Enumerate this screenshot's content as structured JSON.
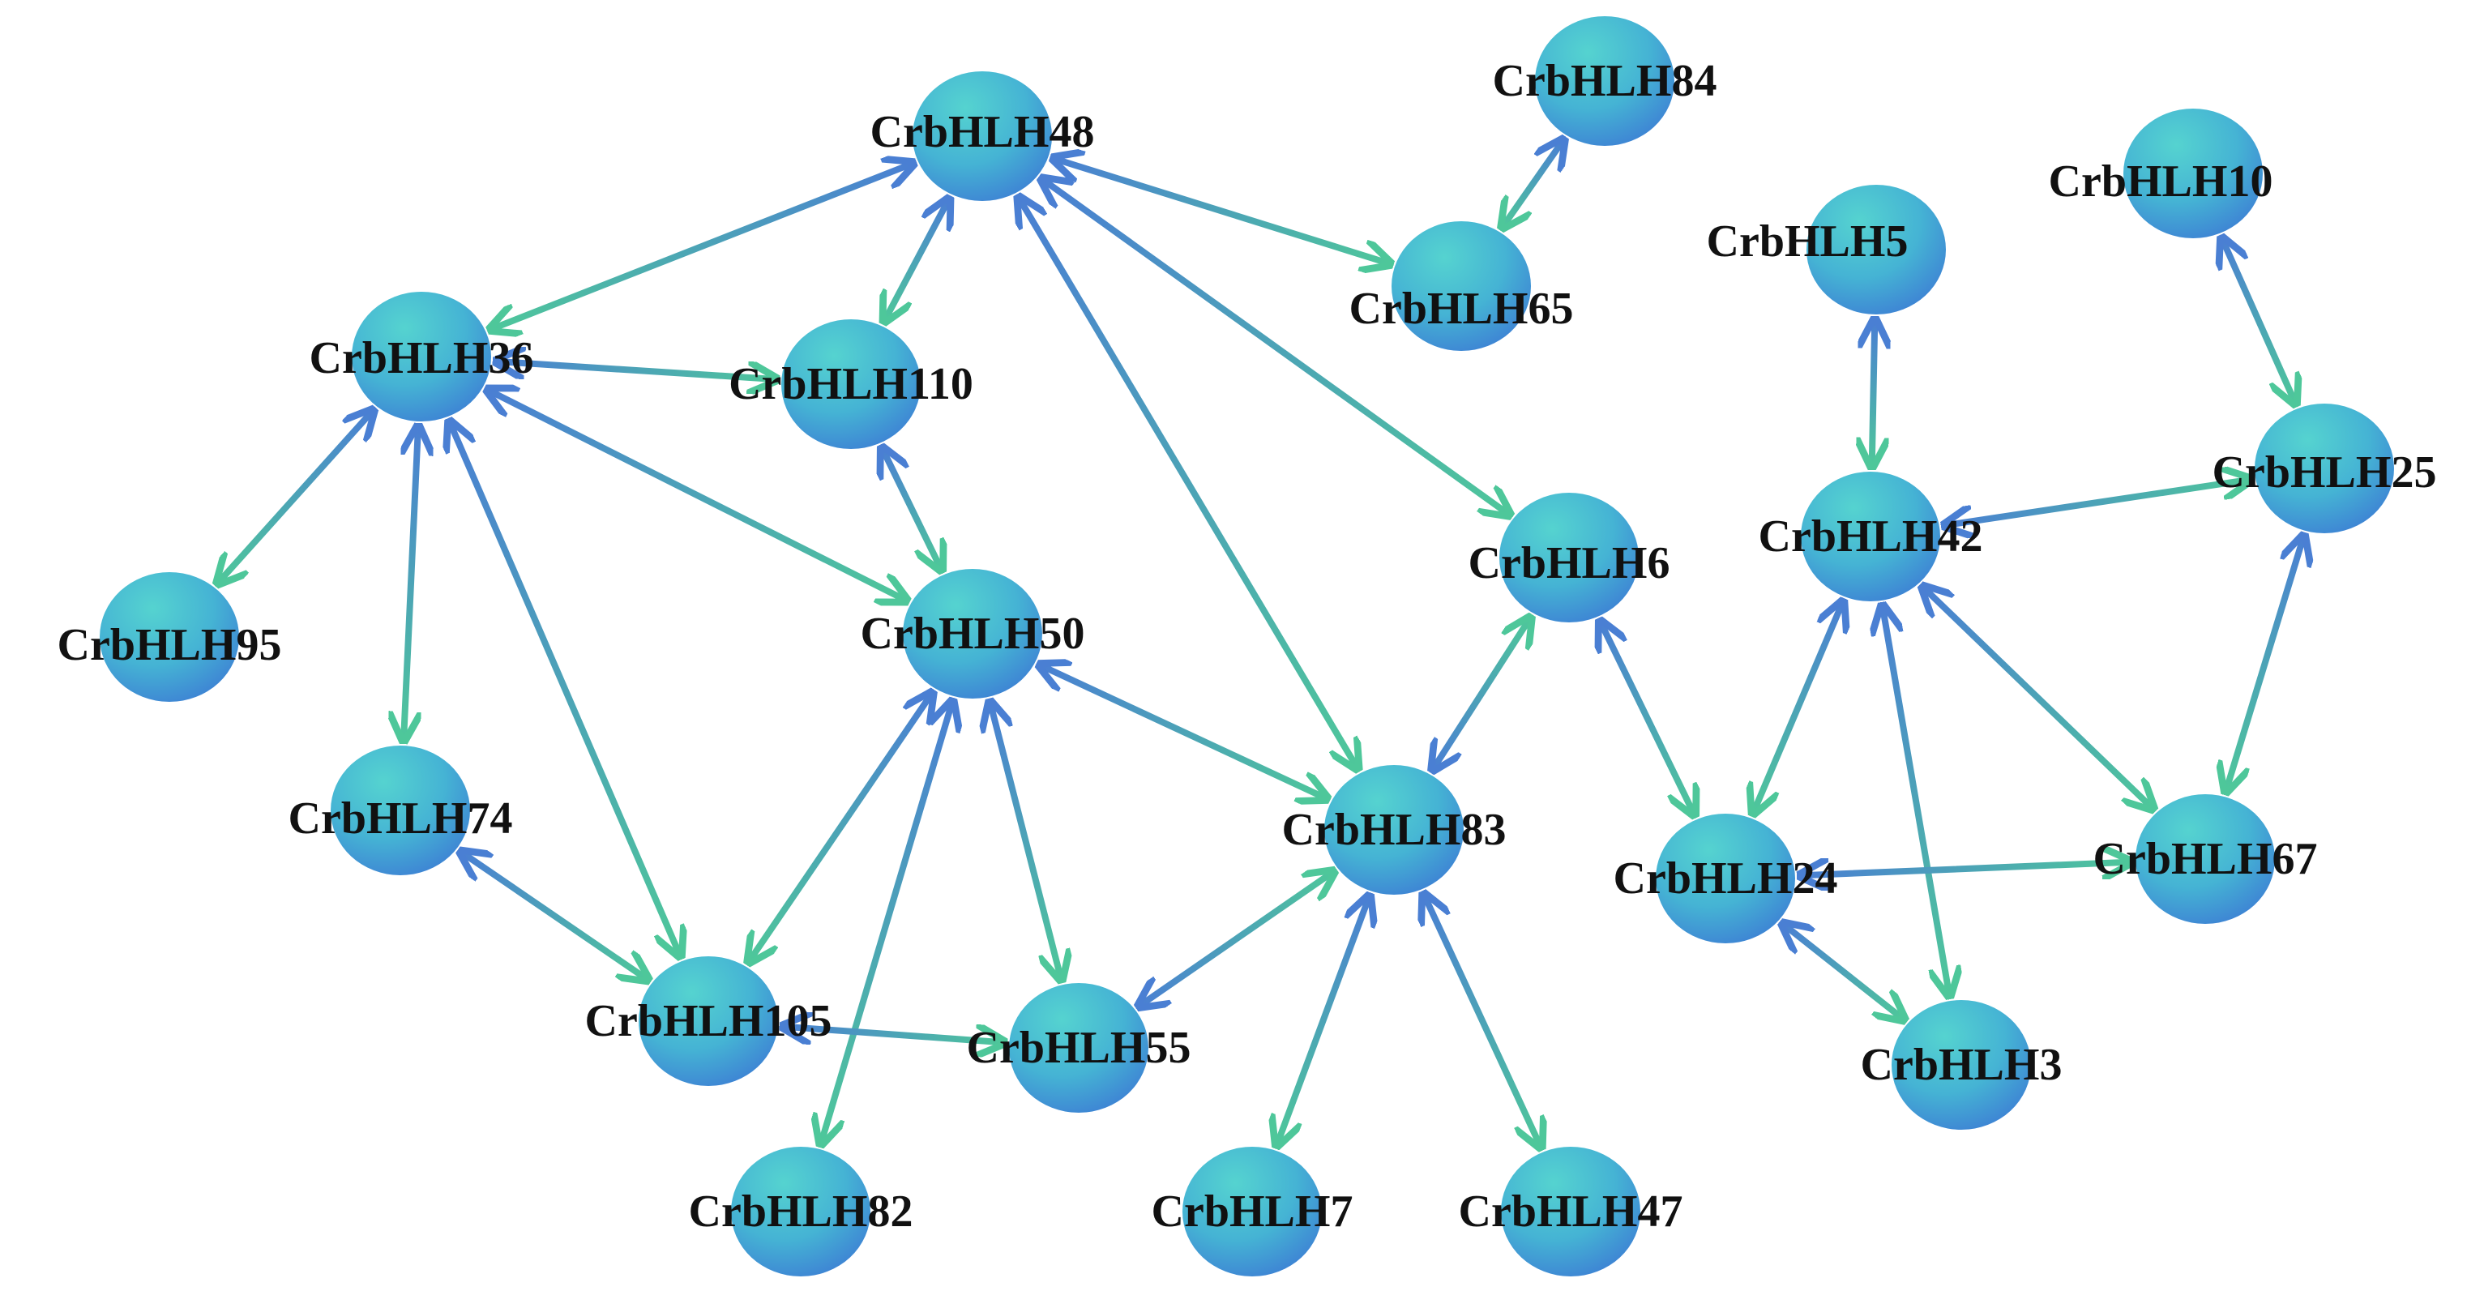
{
  "colors": {
    "node_light": "#4fd0cf",
    "node_dark": "#3f86d6",
    "edge_blue": "#4a7fd3",
    "edge_green": "#4ec79a",
    "label": "#111111"
  },
  "nodes": [
    {
      "id": "CrbHLH48",
      "label": "CrbHLH48"
    },
    {
      "id": "CrbHLH84",
      "label": "CrbHLH84"
    },
    {
      "id": "CrbHLH10",
      "label": "CrbHLH10"
    },
    {
      "id": "CrbHLH65",
      "label": "CrbHLH65"
    },
    {
      "id": "CrbHLH5",
      "label": "CrbHLH5"
    },
    {
      "id": "CrbHLH36",
      "label": "CrbHLH36"
    },
    {
      "id": "CrbHLH110",
      "label": "CrbHLH110"
    },
    {
      "id": "CrbHLH25",
      "label": "CrbHLH25"
    },
    {
      "id": "CrbHLH42",
      "label": "CrbHLH42"
    },
    {
      "id": "CrbHLH6",
      "label": "CrbHLH6"
    },
    {
      "id": "CrbHLH95",
      "label": "CrbHLH95"
    },
    {
      "id": "CrbHLH50",
      "label": "CrbHLH50"
    },
    {
      "id": "CrbHLH74",
      "label": "CrbHLH74"
    },
    {
      "id": "CrbHLH83",
      "label": "CrbHLH83"
    },
    {
      "id": "CrbHLH24",
      "label": "CrbHLH24"
    },
    {
      "id": "CrbHLH67",
      "label": "CrbHLH67"
    },
    {
      "id": "CrbHLH105",
      "label": "CrbHLH105"
    },
    {
      "id": "CrbHLH55",
      "label": "CrbHLH55"
    },
    {
      "id": "CrbHLH3",
      "label": "CrbHLH3"
    },
    {
      "id": "CrbHLH82",
      "label": "CrbHLH82"
    },
    {
      "id": "CrbHLH7",
      "label": "CrbHLH7"
    },
    {
      "id": "CrbHLH47",
      "label": "CrbHLH47"
    }
  ],
  "edges": [
    {
      "source": "CrbHLH48",
      "target": "CrbHLH36",
      "bidirectional": true
    },
    {
      "source": "CrbHLH48",
      "target": "CrbHLH110",
      "bidirectional": true
    },
    {
      "source": "CrbHLH48",
      "target": "CrbHLH65",
      "bidirectional": true
    },
    {
      "source": "CrbHLH48",
      "target": "CrbHLH83",
      "bidirectional": true
    },
    {
      "source": "CrbHLH48",
      "target": "CrbHLH6",
      "bidirectional": true
    },
    {
      "source": "CrbHLH84",
      "target": "CrbHLH65",
      "bidirectional": true
    },
    {
      "source": "CrbHLH36",
      "target": "CrbHLH110",
      "bidirectional": true
    },
    {
      "source": "CrbHLH36",
      "target": "CrbHLH95",
      "bidirectional": true
    },
    {
      "source": "CrbHLH36",
      "target": "CrbHLH74",
      "bidirectional": true
    },
    {
      "source": "CrbHLH36",
      "target": "CrbHLH105",
      "bidirectional": true
    },
    {
      "source": "CrbHLH36",
      "target": "CrbHLH50",
      "bidirectional": true
    },
    {
      "source": "CrbHLH110",
      "target": "CrbHLH50",
      "bidirectional": true
    },
    {
      "source": "CrbHLH50",
      "target": "CrbHLH105",
      "bidirectional": true
    },
    {
      "source": "CrbHLH50",
      "target": "CrbHLH82",
      "bidirectional": true
    },
    {
      "source": "CrbHLH50",
      "target": "CrbHLH55",
      "bidirectional": true
    },
    {
      "source": "CrbHLH50",
      "target": "CrbHLH83",
      "bidirectional": true
    },
    {
      "source": "CrbHLH74",
      "target": "CrbHLH105",
      "bidirectional": true
    },
    {
      "source": "CrbHLH105",
      "target": "CrbHLH55",
      "bidirectional": true
    },
    {
      "source": "CrbHLH55",
      "target": "CrbHLH83",
      "bidirectional": true
    },
    {
      "source": "CrbHLH83",
      "target": "CrbHLH6",
      "bidirectional": true
    },
    {
      "source": "CrbHLH83",
      "target": "CrbHLH7",
      "bidirectional": true
    },
    {
      "source": "CrbHLH83",
      "target": "CrbHLH47",
      "bidirectional": true
    },
    {
      "source": "CrbHLH6",
      "target": "CrbHLH24",
      "bidirectional": true
    },
    {
      "source": "CrbHLH5",
      "target": "CrbHLH42",
      "bidirectional": true
    },
    {
      "source": "CrbHLH10",
      "target": "CrbHLH25",
      "bidirectional": true
    },
    {
      "source": "CrbHLH42",
      "target": "CrbHLH25",
      "bidirectional": true
    },
    {
      "source": "CrbHLH42",
      "target": "CrbHLH24",
      "bidirectional": true
    },
    {
      "source": "CrbHLH42",
      "target": "CrbHLH67",
      "bidirectional": true
    },
    {
      "source": "CrbHLH42",
      "target": "CrbHLH3",
      "bidirectional": true
    },
    {
      "source": "CrbHLH25",
      "target": "CrbHLH67",
      "bidirectional": true
    },
    {
      "source": "CrbHLH24",
      "target": "CrbHLH67",
      "bidirectional": true
    },
    {
      "source": "CrbHLH24",
      "target": "CrbHLH3",
      "bidirectional": true
    }
  ]
}
